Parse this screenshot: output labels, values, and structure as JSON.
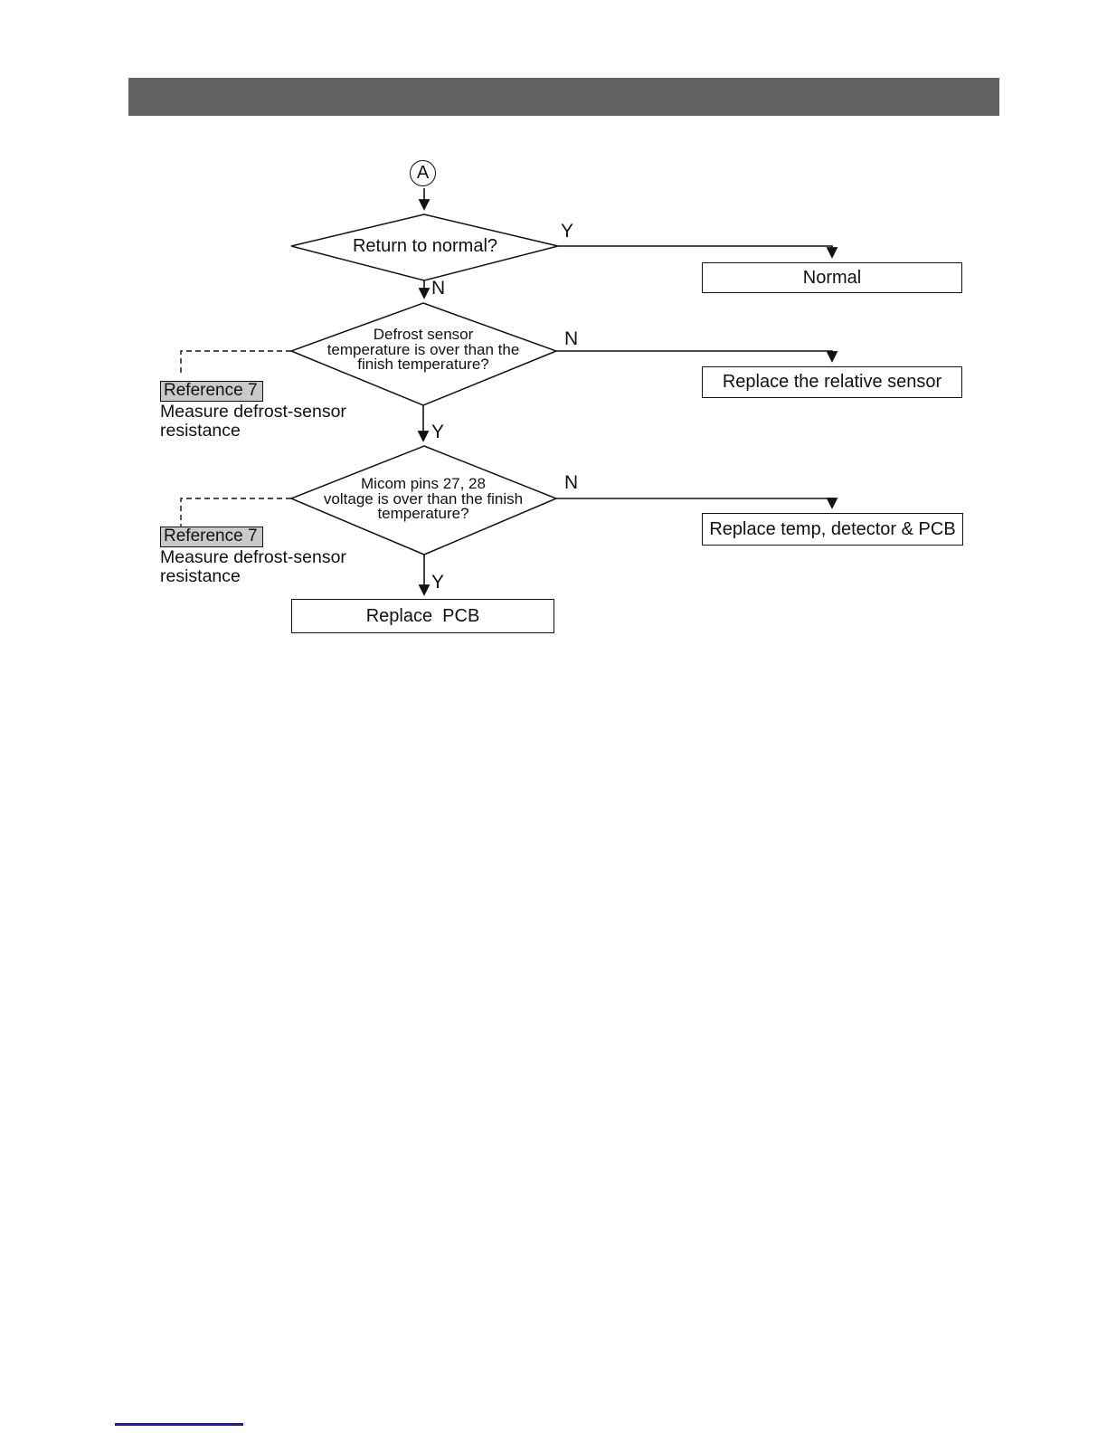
{
  "page": {
    "header_bar_color": "#646162",
    "footer_rule_color": "#1b1b96",
    "line_color": "#111111",
    "reference_badge_bg": "#c9c9c9"
  },
  "flowchart": {
    "start_connector_label": "A",
    "decision_return_normal": {
      "text": "Return to normal?",
      "yes_label": "Y",
      "no_label": "N"
    },
    "result_normal": "Normal",
    "decision_defrost_sensor": {
      "line1": "Defrost sensor",
      "line2": "temperature is over than the",
      "line3": "finish temperature?",
      "yes_label": "Y",
      "no_label": "N"
    },
    "result_replace_sensor": "Replace the relative sensor",
    "decision_micom_pins": {
      "line1": "Micom pins 27, 28",
      "line2": "voltage is over than the finish",
      "line3": "temperature?",
      "yes_label": "Y",
      "no_label": "N"
    },
    "result_replace_temp_detector": "Replace temp, detector & PCB",
    "result_replace_pcb": "Replace  PCB",
    "reference_note_1": {
      "badge": "Reference 7",
      "note_line1": "Measure defrost-sensor",
      "note_line2": "resistance"
    },
    "reference_note_2": {
      "badge": "Reference 7",
      "note_line1": "Measure defrost-sensor",
      "note_line2": "resistance"
    }
  }
}
